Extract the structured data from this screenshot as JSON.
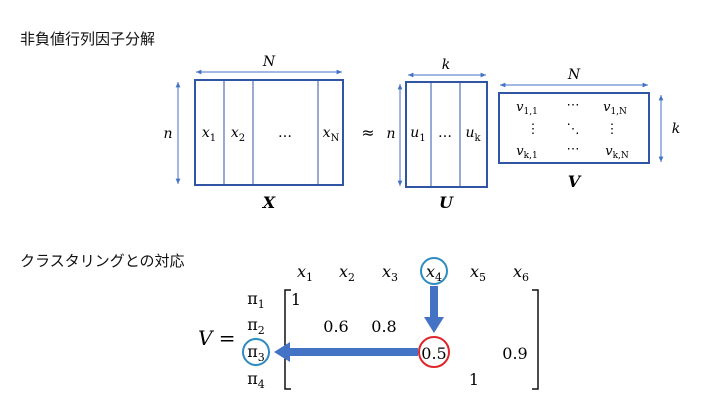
{
  "section1": {
    "heading": "非負値行列因子分解",
    "matrix_x": {
      "dim_top": "N",
      "dim_left": "n",
      "cols": [
        {
          "main": "x",
          "sub": "1"
        },
        {
          "main": "x",
          "sub": "2"
        },
        {
          "main": "…",
          "sub": ""
        },
        {
          "main": "x",
          "sub": "N"
        }
      ],
      "label": "X"
    },
    "approx": "≈",
    "matrix_u": {
      "dim_top": "k",
      "dim_left": "n",
      "cols": [
        {
          "main": "u",
          "sub": "1"
        },
        {
          "main": "…",
          "sub": ""
        },
        {
          "main": "u",
          "sub": "k"
        }
      ],
      "label": "U"
    },
    "matrix_v": {
      "dim_top": "N",
      "dim_right": "k",
      "cells": {
        "r1c1_main": "v",
        "r1c1_sub": "1,1",
        "r1c2": "⋯",
        "r1c3_main": "v",
        "r1c3_sub": "1,N",
        "r2c1": "⋮",
        "r2c2": "⋱",
        "r2c3": "⋮",
        "r3c1_main": "v",
        "r3c1_sub": "k,1",
        "r3c2": "⋯",
        "r3c3_main": "v",
        "r3c3_sub": "k,N"
      },
      "label": "V"
    }
  },
  "section2": {
    "heading": "クラスタリングとの対応",
    "col_headers": [
      {
        "main": "x",
        "sub": "1"
      },
      {
        "main": "x",
        "sub": "2"
      },
      {
        "main": "x",
        "sub": "3"
      },
      {
        "main": "x",
        "sub": "4"
      },
      {
        "main": "x",
        "sub": "5"
      },
      {
        "main": "x",
        "sub": "6"
      }
    ],
    "row_headers": [
      {
        "main": "π",
        "sub": "1"
      },
      {
        "main": "π",
        "sub": "2"
      },
      {
        "main": "π",
        "sub": "3"
      },
      {
        "main": "π",
        "sub": "4"
      }
    ],
    "lhs": "V =",
    "values": {
      "r1c1": "1",
      "r2c2": "0.6",
      "r2c3": "0.8",
      "r3c4": "0.5",
      "r3c6": "0.9",
      "r4c5": "1"
    },
    "colors": {
      "blue_circle": "#2e8bc0",
      "red_circle": "#e0252b",
      "arrow": "#4472c4",
      "matrix_border": "#2f55a4",
      "dim_arrow": "#4472c4"
    }
  }
}
